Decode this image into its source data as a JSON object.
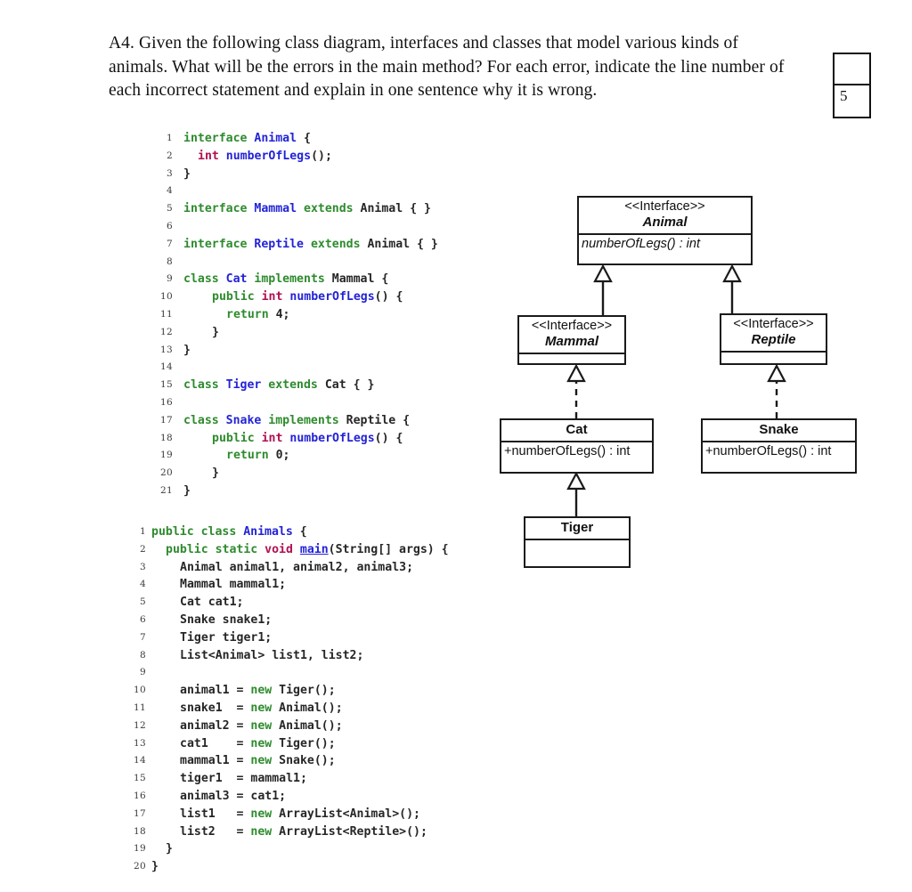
{
  "question": {
    "lines": [
      "A4. Given the following class diagram, interfaces and classes that model various kinds of",
      "animals. What will be the errors in the main method? For each error, indicate the line number of",
      "each incorrect statement and explain in one sentence why it is wrong."
    ]
  },
  "marks_box": {
    "top_value": "",
    "bottom_value": "5"
  },
  "code_interfaces": {
    "lines": [
      {
        "n": "1",
        "tokens": [
          {
            "t": "interface ",
            "c": "kw"
          },
          {
            "t": "Animal",
            "c": "tp"
          },
          {
            "t": " {",
            "c": "pl"
          }
        ],
        "indent": 0
      },
      {
        "n": "2",
        "tokens": [
          {
            "t": "int",
            "c": "pr"
          },
          {
            "t": " ",
            "c": "pl"
          },
          {
            "t": "numberOfLegs",
            "c": "tp"
          },
          {
            "t": "();",
            "c": "pl"
          }
        ],
        "indent": 1
      },
      {
        "n": "3",
        "tokens": [
          {
            "t": "}",
            "c": "pl"
          }
        ],
        "indent": 0
      },
      {
        "n": "4",
        "tokens": [],
        "indent": 0
      },
      {
        "n": "5",
        "tokens": [
          {
            "t": "interface ",
            "c": "kw"
          },
          {
            "t": "Mammal",
            "c": "tp"
          },
          {
            "t": " ",
            "c": "pl"
          },
          {
            "t": "extends",
            "c": "kw"
          },
          {
            "t": " Animal { }",
            "c": "pl"
          }
        ],
        "indent": 0
      },
      {
        "n": "6",
        "tokens": [],
        "indent": 0
      },
      {
        "n": "7",
        "tokens": [
          {
            "t": "interface ",
            "c": "kw"
          },
          {
            "t": "Reptile",
            "c": "tp"
          },
          {
            "t": " ",
            "c": "pl"
          },
          {
            "t": "extends",
            "c": "kw"
          },
          {
            "t": " Animal { }",
            "c": "pl"
          }
        ],
        "indent": 0
      },
      {
        "n": "8",
        "tokens": [],
        "indent": 0
      },
      {
        "n": "9",
        "tokens": [
          {
            "t": "class ",
            "c": "kw"
          },
          {
            "t": "Cat",
            "c": "tp"
          },
          {
            "t": " ",
            "c": "pl"
          },
          {
            "t": "implements",
            "c": "kw"
          },
          {
            "t": " Mammal {",
            "c": "pl"
          }
        ],
        "indent": 0
      },
      {
        "n": "10",
        "tokens": [
          {
            "t": "public",
            "c": "kw"
          },
          {
            "t": " ",
            "c": "pl"
          },
          {
            "t": "int",
            "c": "pr"
          },
          {
            "t": " ",
            "c": "pl"
          },
          {
            "t": "numberOfLegs",
            "c": "tp"
          },
          {
            "t": "() {",
            "c": "pl"
          }
        ],
        "indent": 2
      },
      {
        "n": "11",
        "tokens": [
          {
            "t": "return",
            "c": "kw"
          },
          {
            "t": " 4;",
            "c": "pl"
          }
        ],
        "indent": 3
      },
      {
        "n": "12",
        "tokens": [
          {
            "t": "}",
            "c": "pl"
          }
        ],
        "indent": 2
      },
      {
        "n": "13",
        "tokens": [
          {
            "t": "}",
            "c": "pl"
          }
        ],
        "indent": 0
      },
      {
        "n": "14",
        "tokens": [],
        "indent": 0
      },
      {
        "n": "15",
        "tokens": [
          {
            "t": "class ",
            "c": "kw"
          },
          {
            "t": "Tiger",
            "c": "tp"
          },
          {
            "t": " ",
            "c": "pl"
          },
          {
            "t": "extends",
            "c": "kw"
          },
          {
            "t": " Cat { }",
            "c": "pl"
          }
        ],
        "indent": 0
      },
      {
        "n": "16",
        "tokens": [],
        "indent": 0
      },
      {
        "n": "17",
        "tokens": [
          {
            "t": "class ",
            "c": "kw"
          },
          {
            "t": "Snake",
            "c": "tp"
          },
          {
            "t": " ",
            "c": "pl"
          },
          {
            "t": "implements",
            "c": "kw"
          },
          {
            "t": " Reptile {",
            "c": "pl"
          }
        ],
        "indent": 0
      },
      {
        "n": "18",
        "tokens": [
          {
            "t": "public",
            "c": "kw"
          },
          {
            "t": " ",
            "c": "pl"
          },
          {
            "t": "int",
            "c": "pr"
          },
          {
            "t": " ",
            "c": "pl"
          },
          {
            "t": "numberOfLegs",
            "c": "tp"
          },
          {
            "t": "() {",
            "c": "pl"
          }
        ],
        "indent": 2
      },
      {
        "n": "19",
        "tokens": [
          {
            "t": "return",
            "c": "kw"
          },
          {
            "t": " 0;",
            "c": "pl"
          }
        ],
        "indent": 3
      },
      {
        "n": "20",
        "tokens": [
          {
            "t": "}",
            "c": "pl"
          }
        ],
        "indent": 2
      },
      {
        "n": "21",
        "tokens": [
          {
            "t": "}",
            "c": "pl"
          }
        ],
        "indent": 0
      }
    ]
  },
  "code_main": {
    "lines": [
      {
        "n": "1",
        "tokens": [
          {
            "t": "public class ",
            "c": "kw"
          },
          {
            "t": "Animals",
            "c": "tp"
          },
          {
            "t": " {",
            "c": "pl"
          }
        ],
        "indent": 0
      },
      {
        "n": "2",
        "tokens": [
          {
            "t": "public static ",
            "c": "kw"
          },
          {
            "t": "void",
            "c": "pr"
          },
          {
            "t": " ",
            "c": "pl"
          },
          {
            "t": "main",
            "c": "mn"
          },
          {
            "t": "(String[] args) {",
            "c": "pl"
          }
        ],
        "indent": 1
      },
      {
        "n": "3",
        "tokens": [
          {
            "t": "Animal animal1, animal2, animal3;",
            "c": "pl"
          }
        ],
        "indent": 2
      },
      {
        "n": "4",
        "tokens": [
          {
            "t": "Mammal mammal1;",
            "c": "pl"
          }
        ],
        "indent": 2
      },
      {
        "n": "5",
        "tokens": [
          {
            "t": "Cat cat1;",
            "c": "pl"
          }
        ],
        "indent": 2
      },
      {
        "n": "6",
        "tokens": [
          {
            "t": "Snake snake1;",
            "c": "pl"
          }
        ],
        "indent": 2
      },
      {
        "n": "7",
        "tokens": [
          {
            "t": "Tiger tiger1;",
            "c": "pl"
          }
        ],
        "indent": 2
      },
      {
        "n": "8",
        "tokens": [
          {
            "t": "List<Animal> list1, list2;",
            "c": "pl"
          }
        ],
        "indent": 2
      },
      {
        "n": "9",
        "tokens": [],
        "indent": 0
      },
      {
        "n": "10",
        "tokens": [
          {
            "t": "animal1 = ",
            "c": "pl"
          },
          {
            "t": "new",
            "c": "kw"
          },
          {
            "t": " Tiger();",
            "c": "pl"
          }
        ],
        "indent": 2
      },
      {
        "n": "11",
        "tokens": [
          {
            "t": "snake1  = ",
            "c": "pl"
          },
          {
            "t": "new",
            "c": "kw"
          },
          {
            "t": " Animal();",
            "c": "pl"
          }
        ],
        "indent": 2
      },
      {
        "n": "12",
        "tokens": [
          {
            "t": "animal2 = ",
            "c": "pl"
          },
          {
            "t": "new",
            "c": "kw"
          },
          {
            "t": " Animal();",
            "c": "pl"
          }
        ],
        "indent": 2
      },
      {
        "n": "13",
        "tokens": [
          {
            "t": "cat1    = ",
            "c": "pl"
          },
          {
            "t": "new",
            "c": "kw"
          },
          {
            "t": " Tiger();",
            "c": "pl"
          }
        ],
        "indent": 2
      },
      {
        "n": "14",
        "tokens": [
          {
            "t": "mammal1 = ",
            "c": "pl"
          },
          {
            "t": "new",
            "c": "kw"
          },
          {
            "t": " Snake();",
            "c": "pl"
          }
        ],
        "indent": 2
      },
      {
        "n": "15",
        "tokens": [
          {
            "t": "tiger1  = mammal1;",
            "c": "pl"
          }
        ],
        "indent": 2
      },
      {
        "n": "16",
        "tokens": [
          {
            "t": "animal3 = cat1;",
            "c": "pl"
          }
        ],
        "indent": 2
      },
      {
        "n": "17",
        "tokens": [
          {
            "t": "list1   = ",
            "c": "pl"
          },
          {
            "t": "new",
            "c": "kw"
          },
          {
            "t": " ArrayList<Animal>();",
            "c": "pl"
          }
        ],
        "indent": 2
      },
      {
        "n": "18",
        "tokens": [
          {
            "t": "list2   = ",
            "c": "pl"
          },
          {
            "t": "new",
            "c": "kw"
          },
          {
            "t": " ArrayList<Reptile>();",
            "c": "pl"
          }
        ],
        "indent": 2
      },
      {
        "n": "19",
        "tokens": [
          {
            "t": "}",
            "c": "pl"
          }
        ],
        "indent": 1
      },
      {
        "n": "20",
        "tokens": [
          {
            "t": "}",
            "c": "pl"
          }
        ],
        "indent": 0
      }
    ]
  },
  "uml": {
    "animal": {
      "stereotype": "<<Interface>>",
      "name": "Animal",
      "member": "numberOfLegs() : int"
    },
    "mammal": {
      "stereotype": "<<Interface>>",
      "name": "Mammal",
      "member": ""
    },
    "reptile": {
      "stereotype": "<<Interface>>",
      "name": "Reptile",
      "member": ""
    },
    "cat": {
      "stereotype": "",
      "name": "Cat",
      "member": "+numberOfLegs() : int"
    },
    "snake": {
      "stereotype": "",
      "name": "Snake",
      "member": "+numberOfLegs() : int"
    },
    "tiger": {
      "stereotype": "",
      "name": "Tiger",
      "member": ""
    }
  }
}
